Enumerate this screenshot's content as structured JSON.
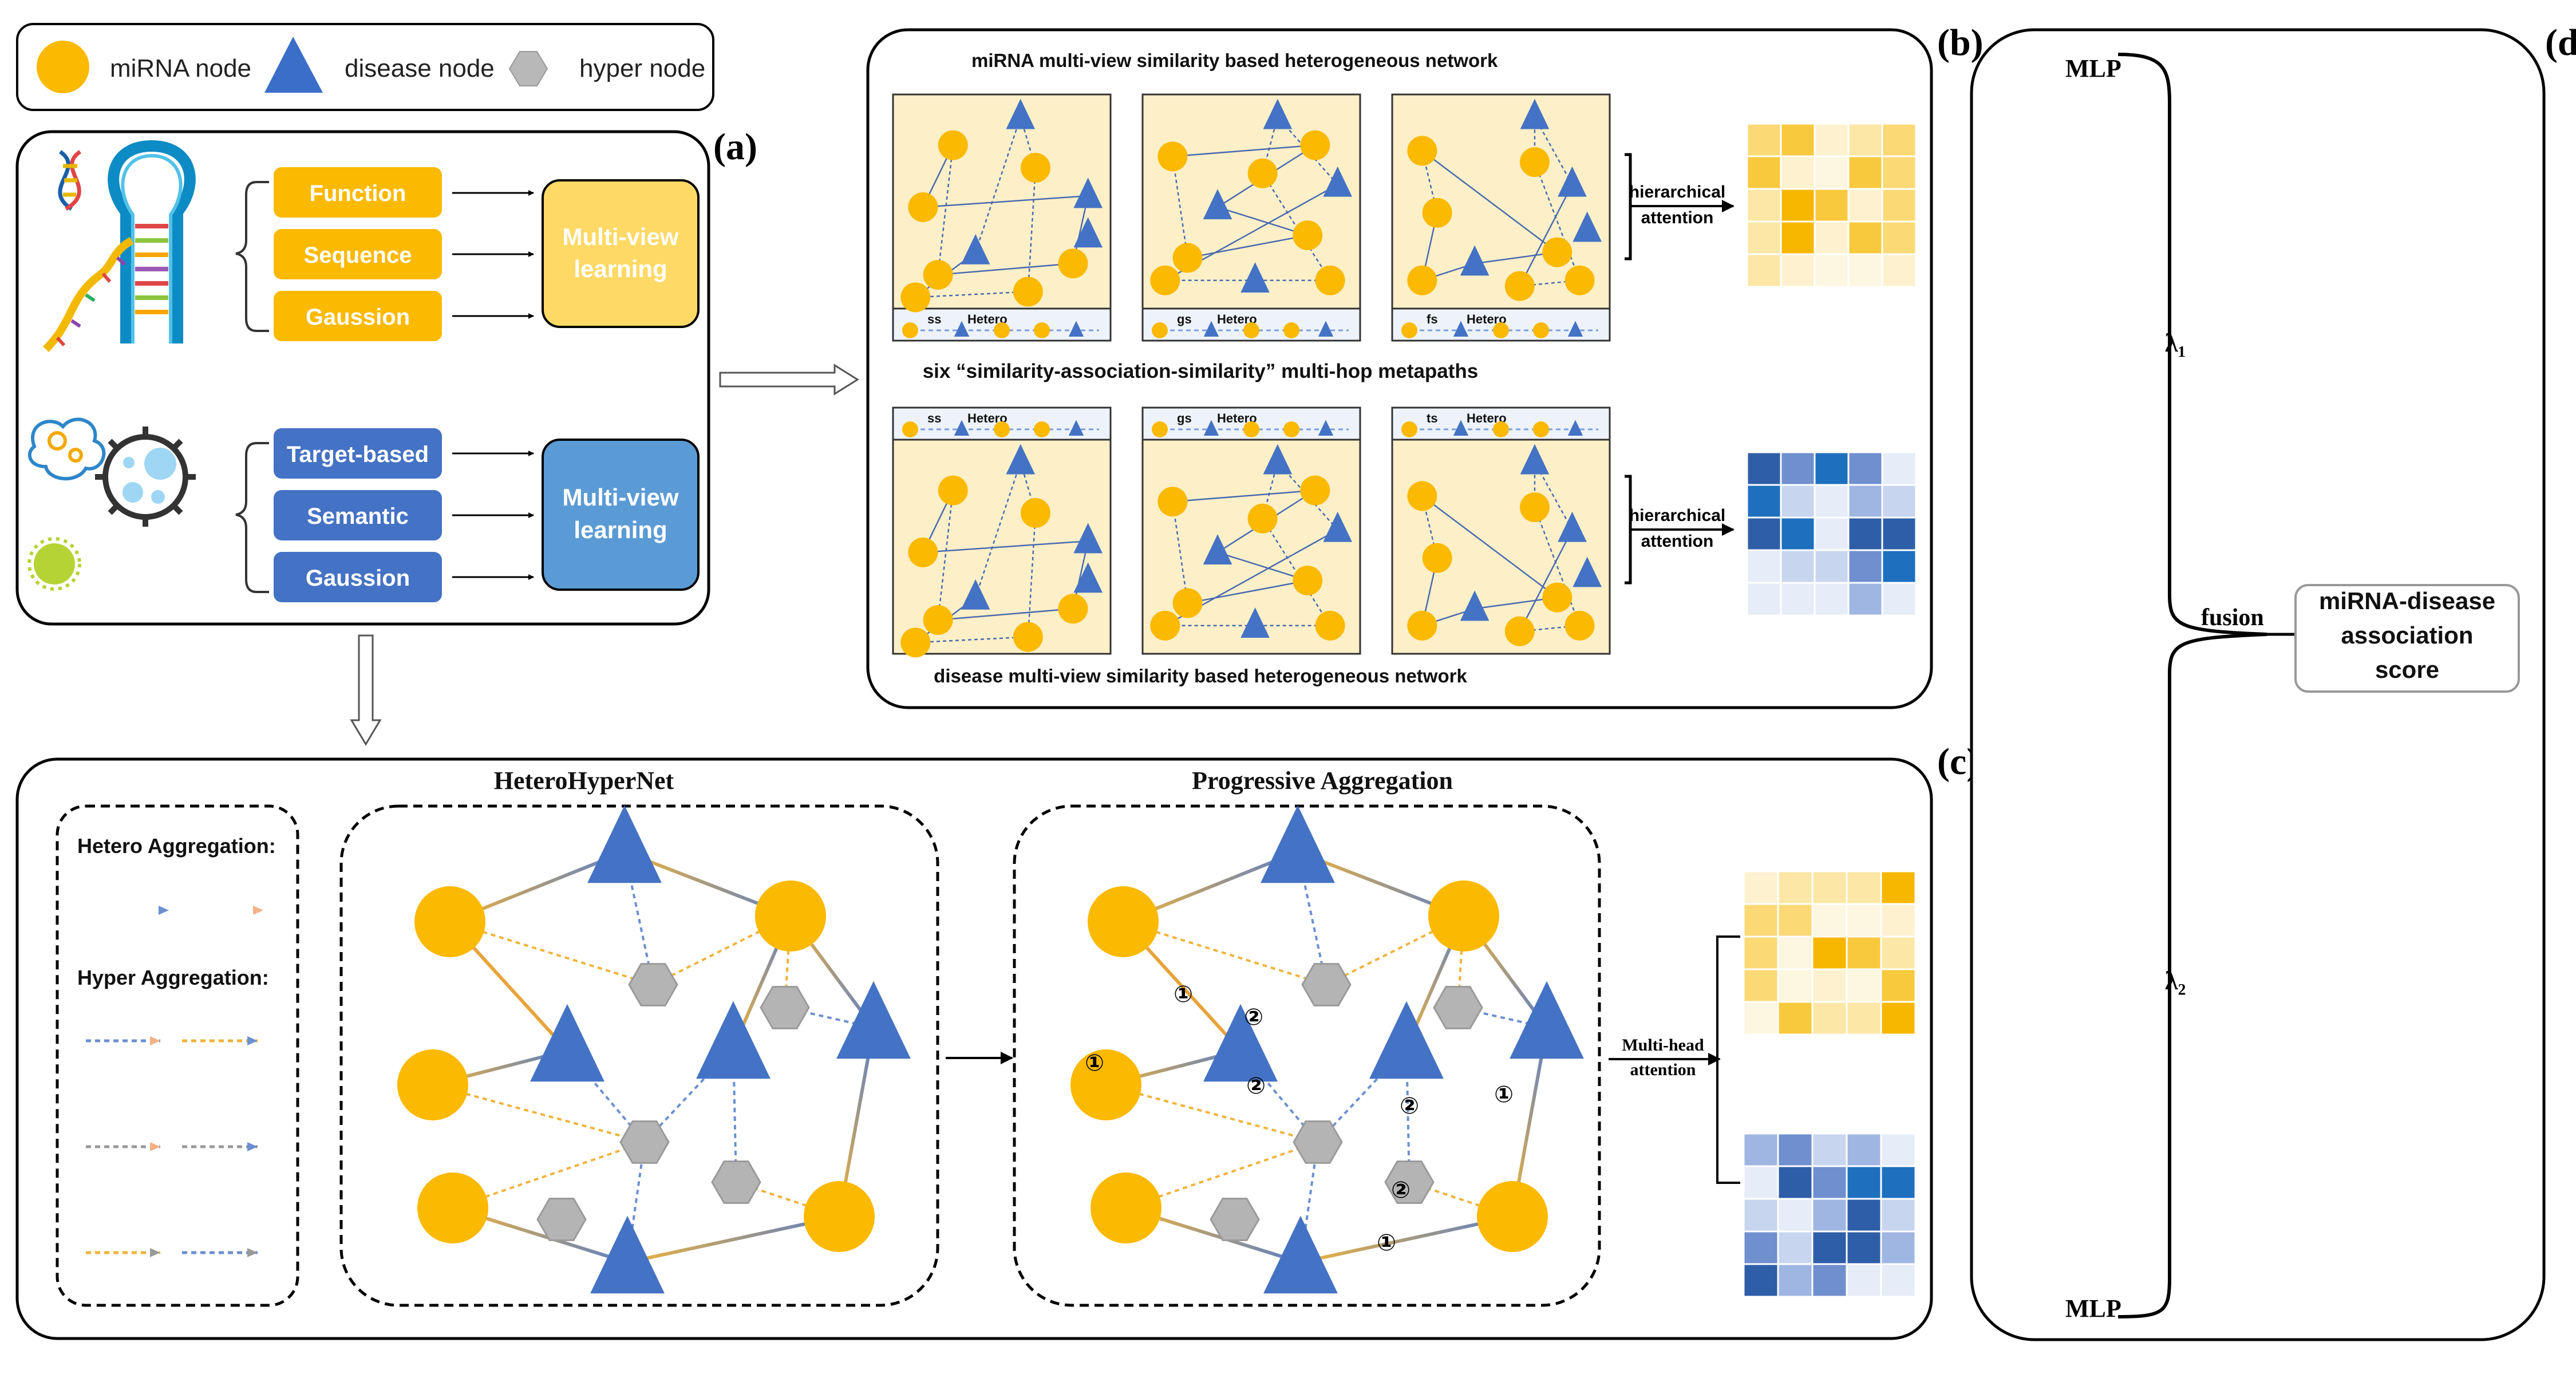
{
  "legend": {
    "mirna": "miRNA node",
    "disease": "disease node",
    "hyper": "hyper node"
  },
  "panels": {
    "a": "(a)",
    "b": "(b)",
    "c": "(c)",
    "d": "(d)"
  },
  "panel_a": {
    "mirna_features": [
      "Function",
      "Sequence",
      "Gaussion"
    ],
    "disease_features": [
      "Target-based",
      "Semantic",
      "Gaussion"
    ],
    "multiview": [
      "Multi-view",
      "learning"
    ]
  },
  "panel_b": {
    "top_title": "miRNA multi-view similarity based heterogeneous network",
    "middle_title": "six “similarity-association-similarity” multi-hop metapaths",
    "bottom_title": "disease multi-view similarity based heterogeneous network",
    "hier": [
      "hierarchical",
      "attention"
    ],
    "top_strips": [
      {
        "a": "ss",
        "b": "Hetero"
      },
      {
        "a": "gs",
        "b": "Hetero"
      },
      {
        "a": "fs",
        "b": "Hetero"
      }
    ],
    "bottom_strips": [
      {
        "a": "ss",
        "b": "Hetero"
      },
      {
        "a": "gs",
        "b": "Hetero"
      },
      {
        "a": "ts",
        "b": "Hetero"
      }
    ]
  },
  "panel_c": {
    "legend_hetero": "Hetero Aggregation:",
    "legend_hyper": "Hyper Aggregation:",
    "net1_title": "HeteroHyperNet",
    "net2_title": "Progressive Aggregation",
    "multihead": [
      "Multi-head",
      "attention"
    ],
    "step1": "①",
    "step2": "②"
  },
  "panel_d": {
    "mlp_top": "MLP",
    "mlp_bottom": "MLP",
    "lambda1": "λ₁",
    "lambda2": "λ₂",
    "fusion": "fusion",
    "score": [
      "miRNA-disease",
      "association",
      "score"
    ]
  },
  "colors": {
    "mirna": "#fbb900",
    "disease": "#4472c4",
    "hyper": "#b4b4b4",
    "feature_box_mirna": "#fbb900",
    "feature_box_disease": "#4472c4",
    "multiview_mirna": "#ffd966",
    "multiview_disease": "#5b9bd5",
    "graph_bg": "#fdf0c8"
  }
}
